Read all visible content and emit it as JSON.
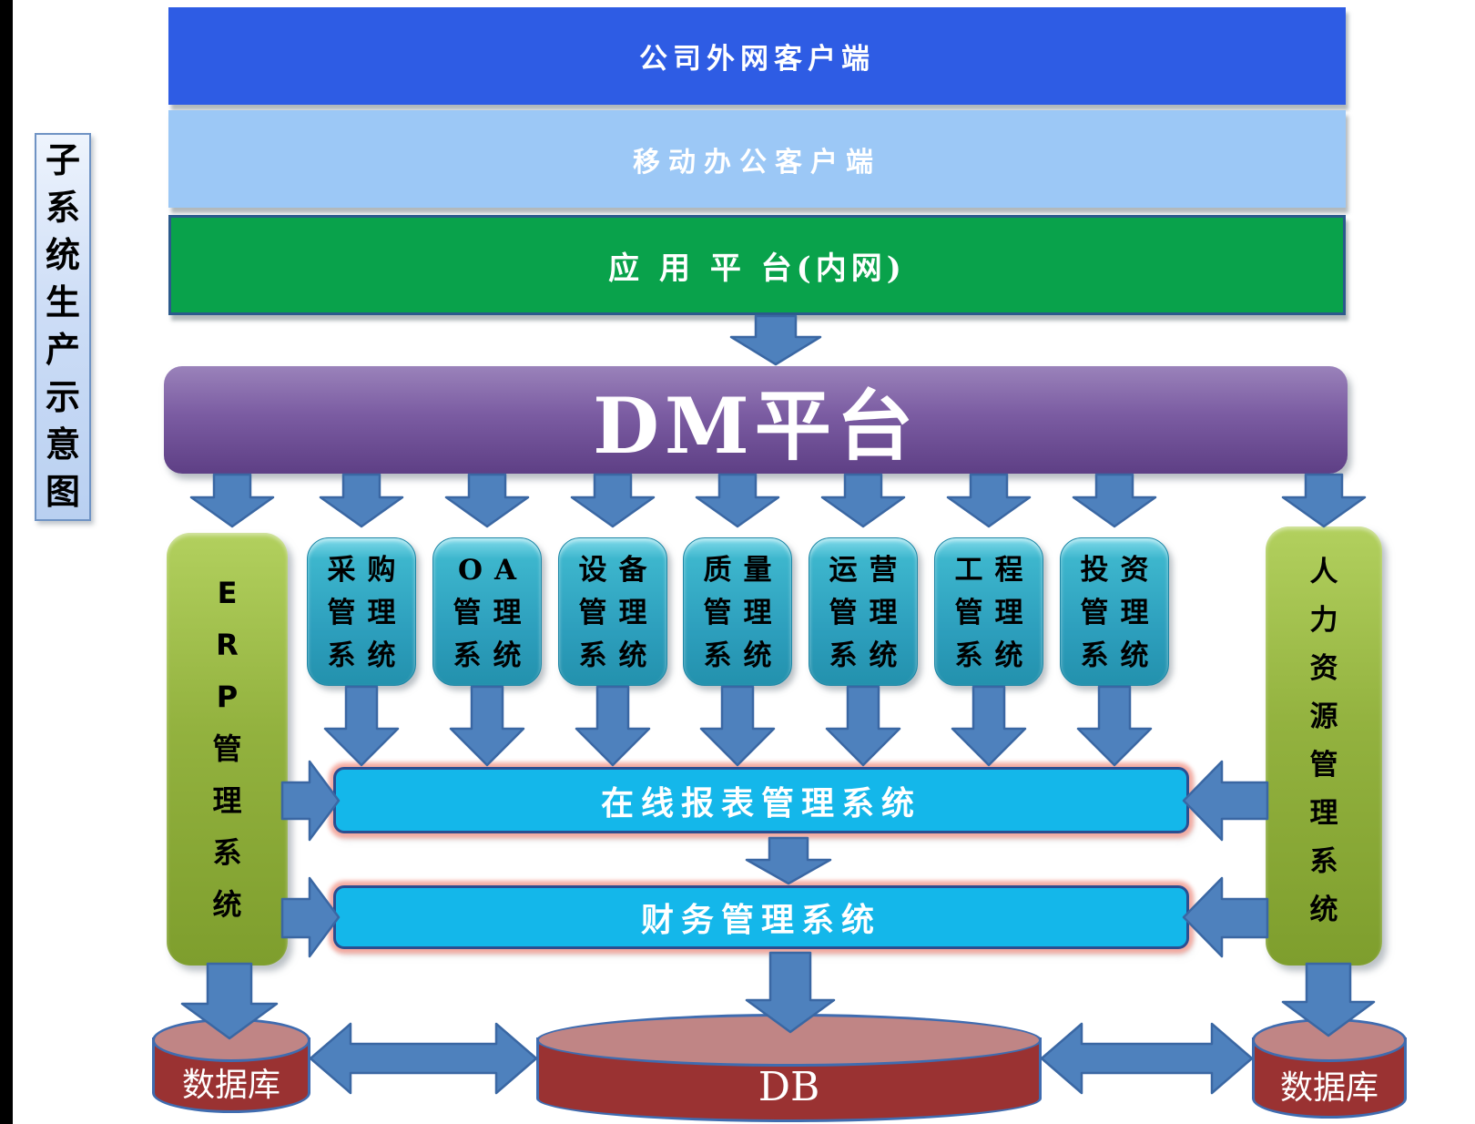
{
  "sidebar_label": {
    "text": "子系统生产示意图"
  },
  "client_bars": [
    {
      "label": "公司外网客户端"
    },
    {
      "label": "移动办公客户端"
    },
    {
      "label": "应 用 平 台(内网)"
    }
  ],
  "dm_platform": {
    "label": "DM平台"
  },
  "erp_system": {
    "lines": [
      "E",
      "R",
      "P",
      "管",
      "理",
      "系",
      "统"
    ]
  },
  "hr_system": {
    "lines": [
      "人",
      "力",
      "资",
      "源",
      "管",
      "理",
      "系",
      "统"
    ]
  },
  "subsystems": [
    {
      "id": "procurement",
      "lines": [
        "采购",
        "管理",
        "系统"
      ]
    },
    {
      "id": "oa",
      "lines": [
        "OA",
        "管理",
        "系统"
      ]
    },
    {
      "id": "equipment",
      "lines": [
        "设备",
        "管理",
        "系统"
      ]
    },
    {
      "id": "quality",
      "lines": [
        "质量",
        "管理",
        "系统"
      ]
    },
    {
      "id": "operation",
      "lines": [
        "运营",
        "管理",
        "系统"
      ]
    },
    {
      "id": "engineering",
      "lines": [
        "工程",
        "管理",
        "系统"
      ]
    },
    {
      "id": "investment",
      "lines": [
        "投资",
        "管理",
        "系统"
      ]
    }
  ],
  "report_system": {
    "label": "在线报表管理系统"
  },
  "finance_system": {
    "label": "财务管理系统"
  },
  "databases": {
    "left": {
      "label": "数据库"
    },
    "center": {
      "label": "DB"
    },
    "right": {
      "label": "数据库"
    }
  },
  "colors": {
    "extranet_bar": "#2e5ce4",
    "mobile_bar": "#9cc8f6",
    "app_platform_bar": "#09a24b",
    "dm_platform": "#71519b",
    "subsystem_box": "#2fa9c4",
    "erp_hr_box": "#8fb43a",
    "report_finance_bar": "#14b7ea",
    "bar_glow": "#f4a398",
    "database_cylinder": "#9a3232",
    "database_top": "#c08585",
    "arrow": "#4e81bd",
    "sidebar_box": "#c8dbf4"
  }
}
